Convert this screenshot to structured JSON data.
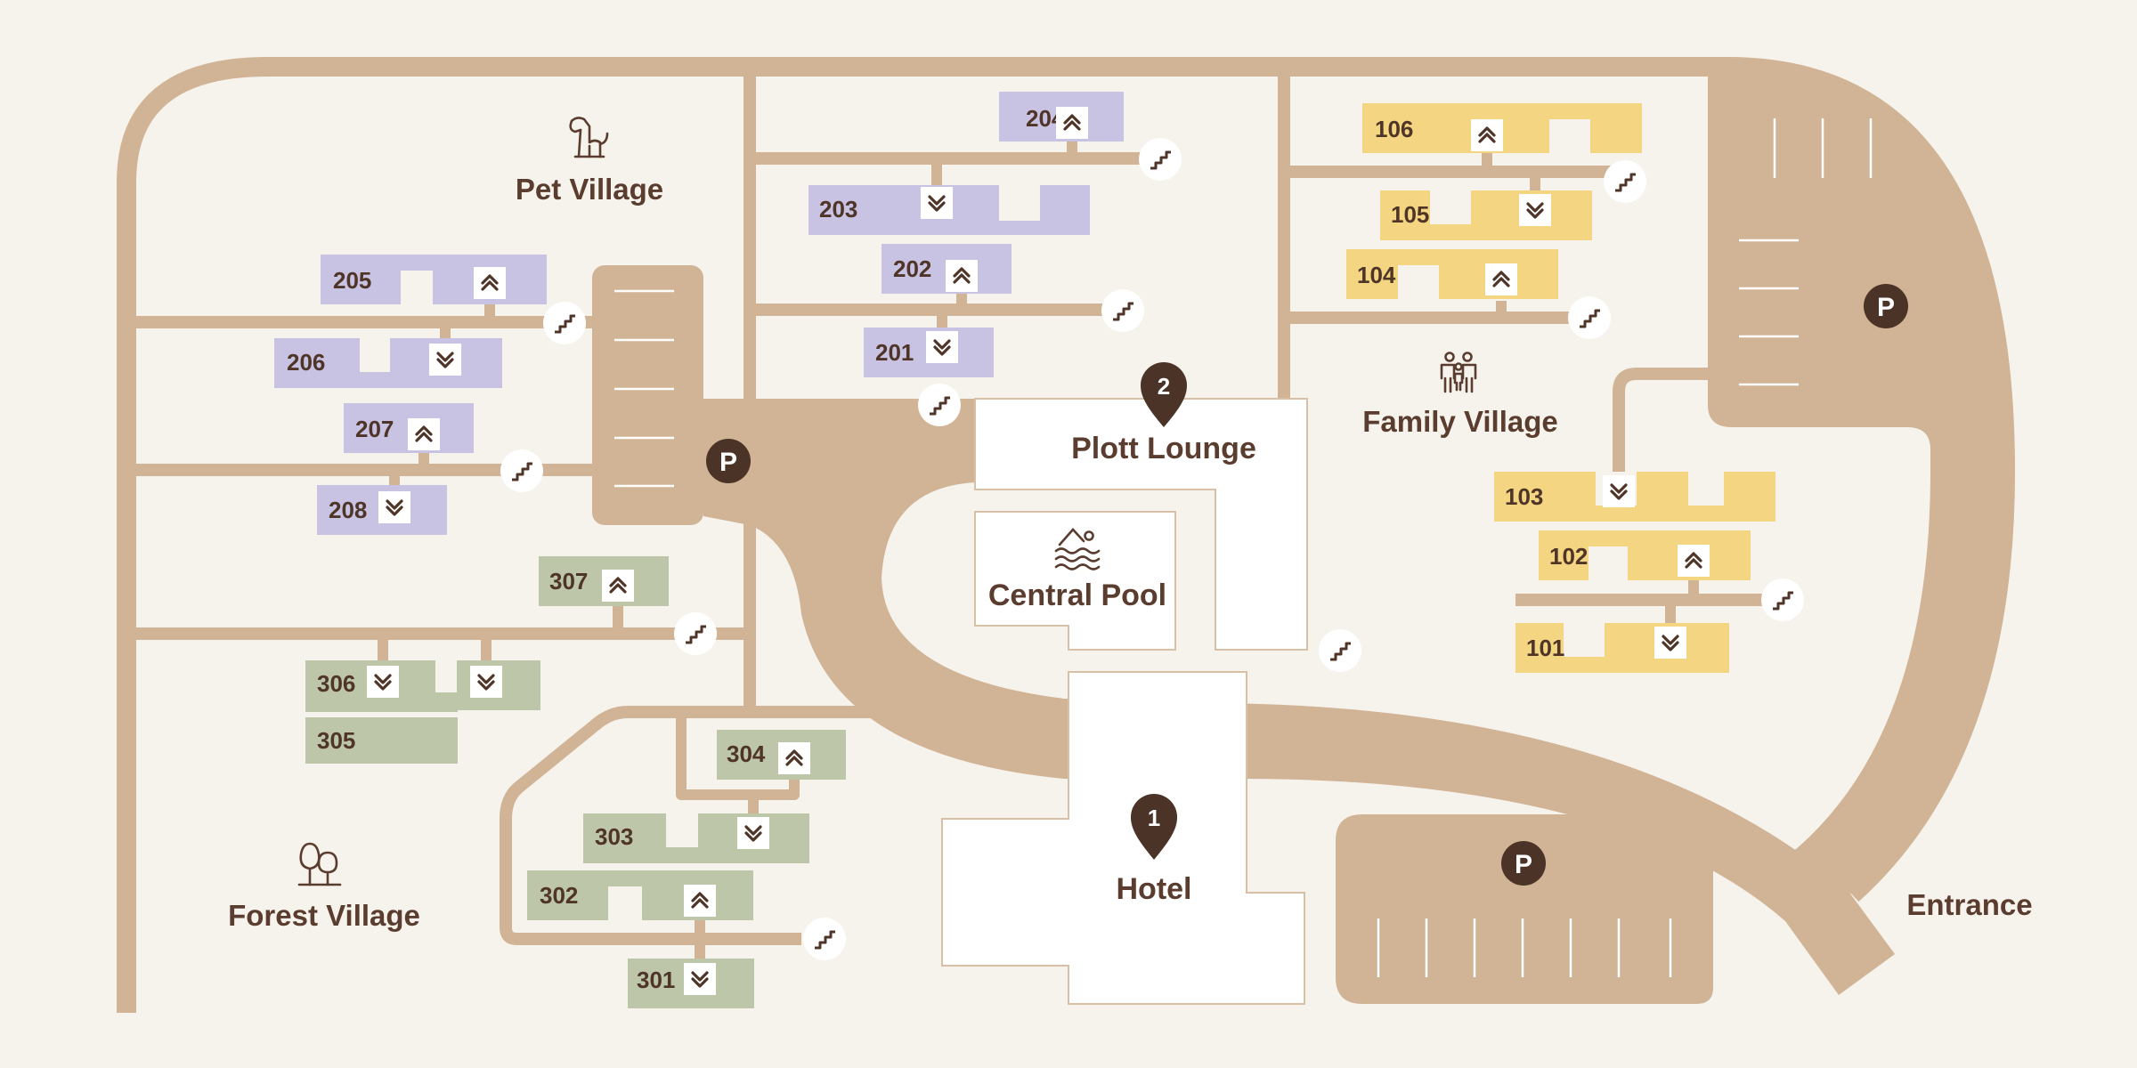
{
  "colors": {
    "background": "#f6f2ec",
    "road": "#d1b395",
    "pet_village": "#c8c2e3",
    "family_village": "#f4d682",
    "forest_village": "#bdc6a8",
    "building": "#ffffff",
    "marker": "#4c3327",
    "text": "#5a3d2f"
  },
  "villages": {
    "pet": {
      "label": "Pet Village",
      "icon": "dog-icon"
    },
    "family": {
      "label": "Family Village",
      "icon": "family-icon"
    },
    "forest": {
      "label": "Forest Village",
      "icon": "trees-icon"
    }
  },
  "buildings": {
    "hotel": {
      "label": "Hotel",
      "marker": "1"
    },
    "lounge": {
      "label": "Plott Lounge",
      "marker": "2"
    },
    "pool": {
      "label": "Central Pool",
      "icon": "swimming-icon"
    }
  },
  "parking": {
    "symbol": "P"
  },
  "entrance": {
    "label": "Entrance"
  },
  "units": {
    "u101": "101",
    "u102": "102",
    "u103": "103",
    "u104": "104",
    "u105": "105",
    "u106": "106",
    "u201": "201",
    "u202": "202",
    "u203": "203",
    "u204": "204",
    "u205": "205",
    "u206": "206",
    "u207": "207",
    "u208": "208",
    "u301": "301",
    "u302": "302",
    "u303": "303",
    "u304": "304",
    "u305": "305",
    "u306": "306",
    "u307": "307"
  }
}
